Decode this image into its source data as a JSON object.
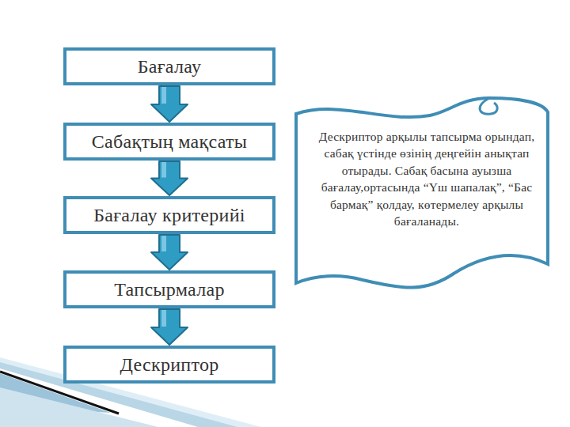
{
  "diagram": {
    "nodes": [
      {
        "text": [
          "Бағалау"
        ]
      },
      {
        "text": [
          "Сабақтың мақсаты"
        ]
      },
      {
        "text": [
          "Бағалау критерийі"
        ]
      },
      {
        "text": [
          "Тапсырмалар"
        ]
      },
      {
        "text": [
          "Дескриптор"
        ]
      },
      {
        "text": [
          "Дескриптор арқылы тапсырма орындап, сабақ үстінде өзінің деңгейін анықтап отырады. Сабақ басына ауызша бағалау,ортасында “Үш шапалақ”, “Бас бармақ” қолдау, көтермелеу арқылы бағаланады."
        ]
      }
    ],
    "edges": [
      {
        "from": 0,
        "to": 1,
        "arrow": "to"
      },
      {
        "from": 1,
        "to": 2,
        "arrow": "to"
      },
      {
        "from": 2,
        "to": 3,
        "arrow": "to"
      },
      {
        "from": 3,
        "to": 4,
        "arrow": "to"
      }
    ]
  }
}
